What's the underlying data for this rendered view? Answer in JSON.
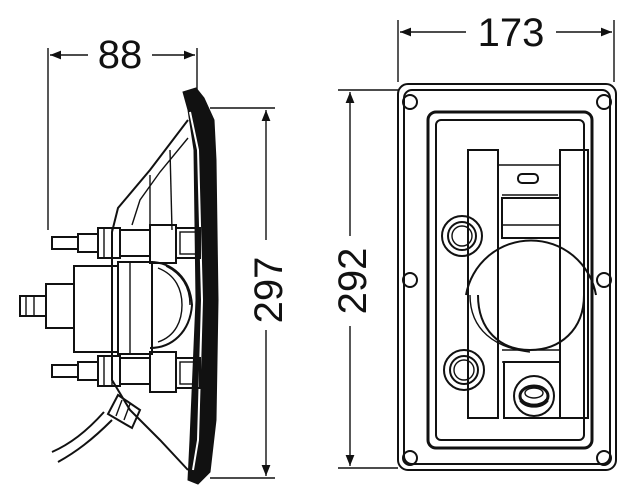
{
  "dimensions": {
    "side_depth": "88",
    "side_height": "297",
    "front_width": "173",
    "front_height": "292"
  }
}
